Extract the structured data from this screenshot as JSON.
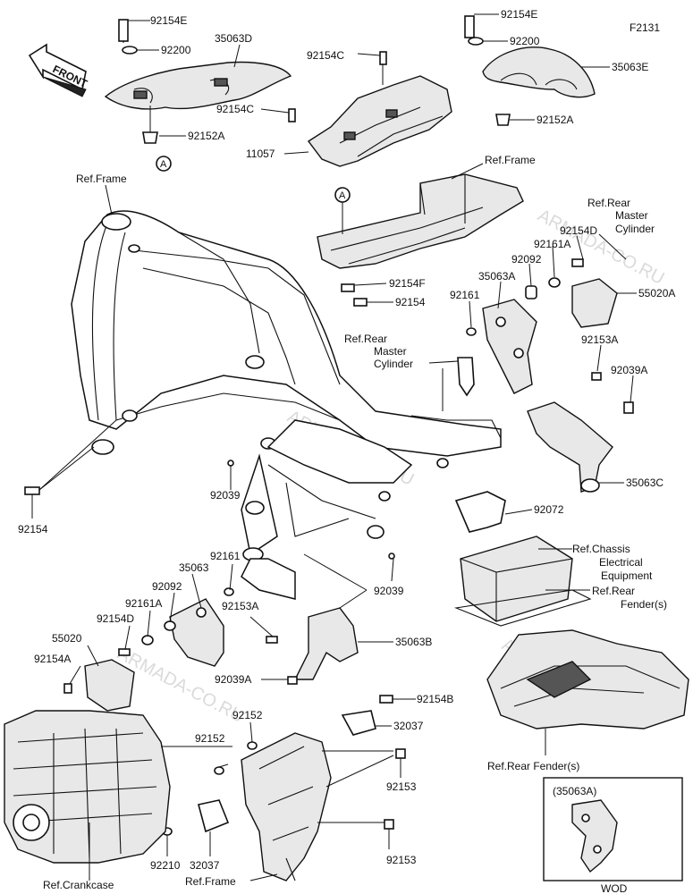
{
  "diagram_code": "F2131",
  "front_label": "FRONT",
  "callout_letter": "A",
  "watermark": "ARMADA-CO.RU",
  "inset_part": "(35063A)",
  "inset_caption": "WOD",
  "labels": {
    "l_92154E_a": "92154E",
    "l_92200_a": "92200",
    "l_35063D": "35063D",
    "l_92152A_a": "92152A",
    "l_92154E_b": "92154E",
    "l_92200_b": "92200",
    "l_35063E": "35063E",
    "l_92152A_b": "92152A",
    "l_92154C_a": "92154C",
    "l_92154C_b": "92154C",
    "l_11057": "11057",
    "l_refframe_top": "Ref.Frame",
    "l_refframe_left": "Ref.Frame",
    "l_refrear_mc1_l1": "Ref.Rear",
    "l_refrear_mc1_l2": "Master",
    "l_refrear_mc1_l3": "Cylinder",
    "l_92154D_a": "92154D",
    "l_92161A_a": "92161A",
    "l_92092_a": "92092",
    "l_35063A": "35063A",
    "l_55020A": "55020A",
    "l_92154F": "92154F",
    "l_92154_a": "92154",
    "l_92161_a": "92161",
    "l_refrear_mc2_l1": "Ref.Rear",
    "l_refrear_mc2_l2": "Master",
    "l_refrear_mc2_l3": "Cylinder",
    "l_92153A_a": "92153A",
    "l_92039A_a": "92039A",
    "l_35063C": "35063C",
    "l_92154_b": "92154",
    "l_92039_a": "92039",
    "l_92072": "92072",
    "l_refchassis_l1": "Ref.Chassis",
    "l_refchassis_l2": "Electrical",
    "l_refchassis_l3": "Equipment",
    "l_refrearfender_l1": "Ref.Rear",
    "l_refrearfender_l2": "Fender(s)",
    "l_92161_b": "92161",
    "l_35063": "35063",
    "l_92092_b": "92092",
    "l_92161A_b": "92161A",
    "l_92154D_b": "92154D",
    "l_55020": "55020",
    "l_92154A": "92154A",
    "l_92153A_b": "92153A",
    "l_92039_b": "92039",
    "l_35063B": "35063B",
    "l_92039A_b": "92039A",
    "l_92154B": "92154B",
    "l_32037_a": "32037",
    "l_92152_a": "92152",
    "l_92152_b": "92152",
    "l_92153_a": "92153",
    "l_92153_b": "92153",
    "l_92210": "92210",
    "l_32037_b": "32037",
    "l_refframe_bottom": "Ref.Frame",
    "l_refcrankcase": "Ref.Crankcase",
    "l_refrearfender_bottom": "Ref.Rear Fender(s)"
  }
}
